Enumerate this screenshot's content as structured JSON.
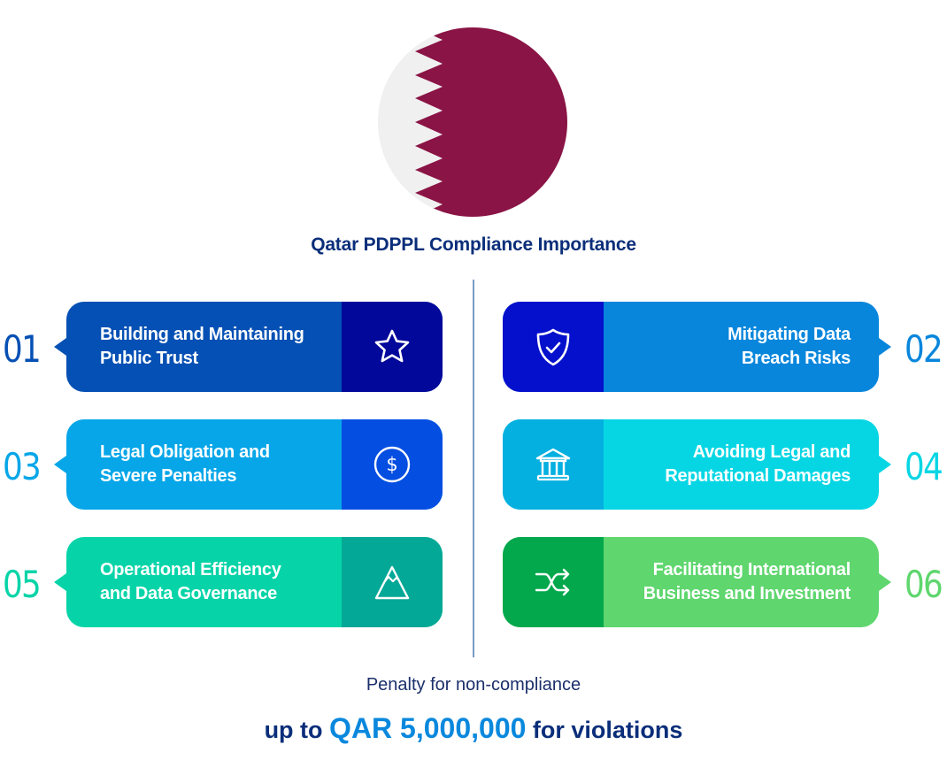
{
  "title": "Qatar PDPPL Compliance Importance",
  "flag": {
    "country": "Qatar",
    "colors": {
      "maroon": "#8a1445",
      "white": "#f0f0f0"
    }
  },
  "items": [
    {
      "number": "01",
      "line1": "Building and Maintaining",
      "line2": "Public Trust",
      "icon": "star-icon",
      "side": "left",
      "colors": {
        "body": "#0550b4",
        "panel": "#02089a",
        "number": "#0550b4"
      }
    },
    {
      "number": "02",
      "line1": "Mitigating Data",
      "line2": "Breach Risks",
      "icon": "shield-check-icon",
      "side": "right",
      "colors": {
        "body": "#0886dc",
        "panel": "#0410cc",
        "number": "#0886dc"
      }
    },
    {
      "number": "03",
      "line1": "Legal Obligation and",
      "line2": "Severe Penalties",
      "icon": "dollar-circle-icon",
      "side": "left",
      "colors": {
        "body": "#06a6e8",
        "panel": "#054ee2",
        "number": "#06a6e8"
      }
    },
    {
      "number": "04",
      "line1": "Avoiding Legal and",
      "line2": "Reputational Damages",
      "icon": "bank-icon",
      "side": "right",
      "colors": {
        "body": "#06d6e4",
        "panel": "#04b0e0",
        "number": "#06d6e4"
      }
    },
    {
      "number": "05",
      "line1": "Operational Efficiency",
      "line2": "and Data Governance",
      "icon": "mountain-icon",
      "side": "left",
      "colors": {
        "body": "#06d4a8",
        "panel": "#04a896",
        "number": "#06d4a8"
      }
    },
    {
      "number": "06",
      "line1": "Facilitating International",
      "line2": "Business and Investment",
      "icon": "shuffle-icon",
      "side": "right",
      "colors": {
        "body": "#5fd66e",
        "panel": "#03a84c",
        "number": "#5fd66e"
      }
    }
  ],
  "penalty": {
    "caption": "Penalty for non-compliance",
    "prefix": "up to ",
    "amount": "QAR 5,000,000",
    "suffix": " for violations"
  }
}
